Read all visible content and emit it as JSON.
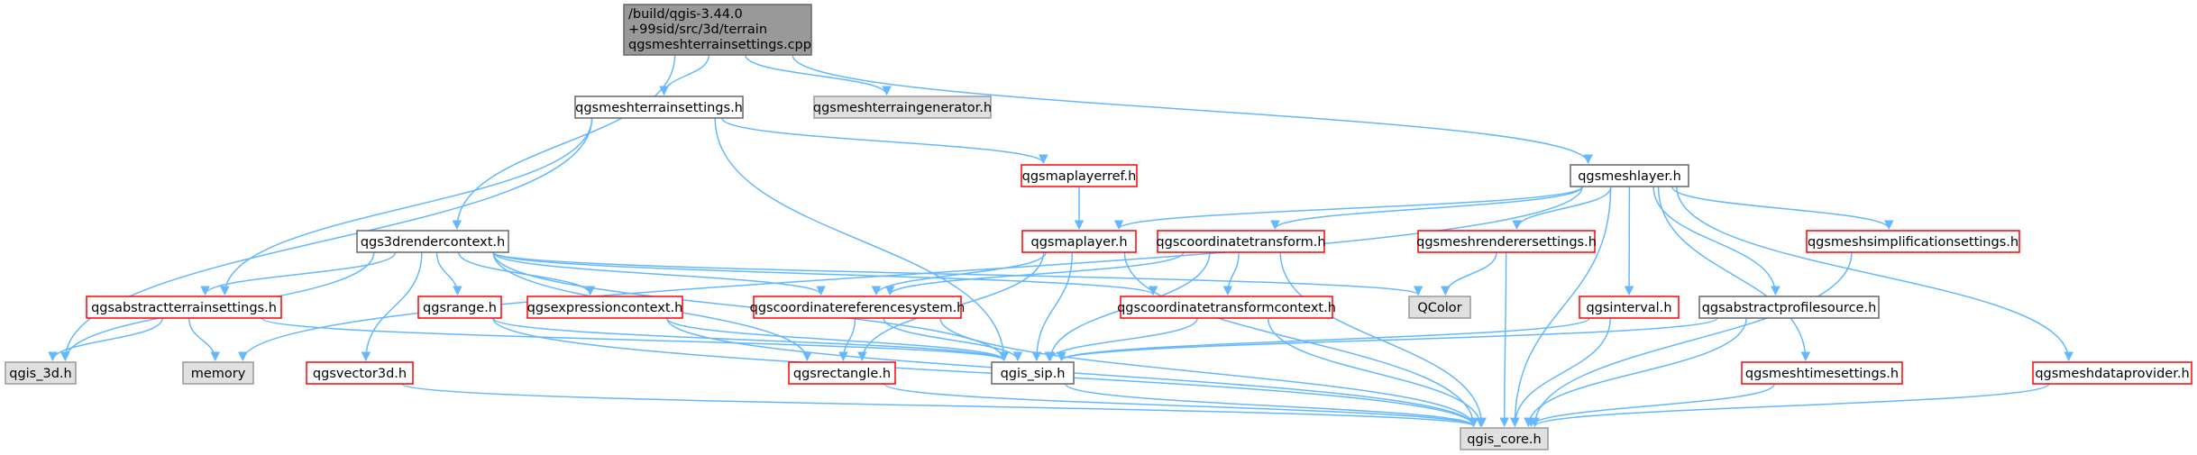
{
  "colors": {
    "edge": "#63b8ff",
    "root_fill": "#999999",
    "root_border": "#666666",
    "file_fill": "#ffffff",
    "file_border_normal": "#666666",
    "file_border_truncated": "#ff0000",
    "external_fill": "#e0e0e0",
    "external_border": "#999999"
  },
  "nodes": [
    {
      "id": "root",
      "lines": [
        "/build/qgis-3.44.0",
        "+99sid/src/3d/terrain",
        "qgsmeshterrainsettings.cpp"
      ],
      "kind": "root"
    },
    {
      "id": "qgsmeshterrainsettings_h",
      "lines": [
        "qgsmeshterrainsettings.h"
      ],
      "kind": "normal"
    },
    {
      "id": "qgsmeshterraingenerator_h",
      "lines": [
        "qgsmeshterraingenerator.h"
      ],
      "kind": "external"
    },
    {
      "id": "qgsmaplayerref_h",
      "lines": [
        "qgsmaplayerref.h"
      ],
      "kind": "truncated"
    },
    {
      "id": "qgsmeshlayer_h",
      "lines": [
        "qgsmeshlayer.h"
      ],
      "kind": "normal"
    },
    {
      "id": "qgs3drendercontext_h",
      "lines": [
        "qgs3drendercontext.h"
      ],
      "kind": "normal"
    },
    {
      "id": "qgsmaplayer_h",
      "lines": [
        "qgsmaplayer.h"
      ],
      "kind": "truncated"
    },
    {
      "id": "qgscoordinatetransform_h",
      "lines": [
        "qgscoordinatetransform.h"
      ],
      "kind": "truncated"
    },
    {
      "id": "qgsmeshrenderersettings_h",
      "lines": [
        "qgsmeshrenderersettings.h"
      ],
      "kind": "truncated"
    },
    {
      "id": "qgsmeshsimplificationsettings_h",
      "lines": [
        "qgsmeshsimplificationsettings.h"
      ],
      "kind": "truncated"
    },
    {
      "id": "qcolor",
      "lines": [
        "QColor"
      ],
      "kind": "external"
    },
    {
      "id": "qgsabstractterrainsettings_h",
      "lines": [
        "qgsabstractterrainsettings.h"
      ],
      "kind": "truncated"
    },
    {
      "id": "qgsrange_h",
      "lines": [
        "qgsrange.h"
      ],
      "kind": "truncated"
    },
    {
      "id": "qgsexpressioncontext_h",
      "lines": [
        "qgsexpressioncontext.h"
      ],
      "kind": "truncated"
    },
    {
      "id": "qgscoordinatereferencesystem_h",
      "lines": [
        "qgscoordinatereferencesystem.h"
      ],
      "kind": "truncated"
    },
    {
      "id": "qgscoordinatetransformcontext_h",
      "lines": [
        "qgscoordinatetransformcontext.h"
      ],
      "kind": "truncated"
    },
    {
      "id": "qgsinterval_h",
      "lines": [
        "qgsinterval.h"
      ],
      "kind": "truncated"
    },
    {
      "id": "qgsabstractprofilesource_h",
      "lines": [
        "qgsabstractprofilesource.h"
      ],
      "kind": "normal"
    },
    {
      "id": "qgis_3d_h",
      "lines": [
        "qgis_3d.h"
      ],
      "kind": "external"
    },
    {
      "id": "memory",
      "lines": [
        "memory"
      ],
      "kind": "external"
    },
    {
      "id": "qgsvector3d_h",
      "lines": [
        "qgsvector3d.h"
      ],
      "kind": "truncated"
    },
    {
      "id": "qgsrectangle_h",
      "lines": [
        "qgsrectangle.h"
      ],
      "kind": "truncated"
    },
    {
      "id": "qgis_sip_h",
      "lines": [
        "qgis_sip.h"
      ],
      "kind": "normal"
    },
    {
      "id": "qgsmeshtimesettings_h",
      "lines": [
        "qgsmeshtimesettings.h"
      ],
      "kind": "truncated"
    },
    {
      "id": "qgsmeshdataprovider_h",
      "lines": [
        "qgsmeshdataprovider.h"
      ],
      "kind": "truncated"
    },
    {
      "id": "qgis_core_h",
      "lines": [
        "qgis_core.h"
      ],
      "kind": "external"
    }
  ],
  "edges": [
    [
      "root",
      "qgsmeshterrainsettings_h"
    ],
    [
      "root",
      "qgsmeshterraingenerator_h"
    ],
    [
      "root",
      "qgs3drendercontext_h"
    ],
    [
      "root",
      "qgsmeshlayer_h"
    ],
    [
      "qgsmeshterrainsettings_h",
      "qgsmaplayerref_h"
    ],
    [
      "qgsmeshterrainsettings_h",
      "qgsabstractterrainsettings_h"
    ],
    [
      "qgsmeshterrainsettings_h",
      "qgis_3d_h"
    ],
    [
      "qgsmeshterrainsettings_h",
      "qgis_sip_h"
    ],
    [
      "qgsmaplayerref_h",
      "qgsmaplayer_h"
    ],
    [
      "qgsmeshlayer_h",
      "qgsmaplayer_h"
    ],
    [
      "qgsmeshlayer_h",
      "qgscoordinatetransform_h"
    ],
    [
      "qgsmeshlayer_h",
      "qgsmeshrenderersettings_h"
    ],
    [
      "qgsmeshlayer_h",
      "qgsmeshsimplificationsettings_h"
    ],
    [
      "qgsmeshlayer_h",
      "qgsinterval_h"
    ],
    [
      "qgsmeshlayer_h",
      "qgsabstractprofilesource_h"
    ],
    [
      "qgsmeshlayer_h",
      "qgsmeshtimesettings_h"
    ],
    [
      "qgsmeshlayer_h",
      "qgsmeshdataprovider_h"
    ],
    [
      "qgsmeshlayer_h",
      "qgis_core_h"
    ],
    [
      "qgsmeshlayer_h",
      "memory"
    ],
    [
      "qgs3drendercontext_h",
      "qgis_3d_h"
    ],
    [
      "qgs3drendercontext_h",
      "qgsabstractterrainsettings_h"
    ],
    [
      "qgs3drendercontext_h",
      "qgsvector3d_h"
    ],
    [
      "qgs3drendercontext_h",
      "qgsrectangle_h"
    ],
    [
      "qgs3drendercontext_h",
      "qgsrange_h"
    ],
    [
      "qgs3drendercontext_h",
      "qgsexpressioncontext_h"
    ],
    [
      "qgs3drendercontext_h",
      "qgscoordinatereferencesystem_h"
    ],
    [
      "qgs3drendercontext_h",
      "qgscoordinatetransformcontext_h"
    ],
    [
      "qgs3drendercontext_h",
      "qcolor"
    ],
    [
      "qgs3drendercontext_h",
      "qgis_sip_h"
    ],
    [
      "qgsmaplayer_h",
      "qgscoordinatereferencesystem_h"
    ],
    [
      "qgsmaplayer_h",
      "qgsrectangle_h"
    ],
    [
      "qgsmaplayer_h",
      "qgis_sip_h"
    ],
    [
      "qgsmaplayer_h",
      "qgis_core_h"
    ],
    [
      "qgscoordinatetransform_h",
      "qgscoordinatereferencesystem_h"
    ],
    [
      "qgscoordinatetransform_h",
      "qgscoordinatetransformcontext_h"
    ],
    [
      "qgscoordinatetransform_h",
      "qgis_sip_h"
    ],
    [
      "qgscoordinatetransform_h",
      "qgis_core_h"
    ],
    [
      "qgsmeshrenderersettings_h",
      "qcolor"
    ],
    [
      "qgsmeshrenderersettings_h",
      "qgis_core_h"
    ],
    [
      "qgsmeshsimplificationsettings_h",
      "qgis_core_h"
    ],
    [
      "qgsabstractterrainsettings_h",
      "qgis_3d_h"
    ],
    [
      "qgsabstractterrainsettings_h",
      "memory"
    ],
    [
      "qgsabstractterrainsettings_h",
      "qgis_sip_h"
    ],
    [
      "qgsrange_h",
      "qgis_sip_h"
    ],
    [
      "qgsrange_h",
      "qgis_core_h"
    ],
    [
      "qgsexpressioncontext_h",
      "qgis_sip_h"
    ],
    [
      "qgsexpressioncontext_h",
      "qgis_core_h"
    ],
    [
      "qgscoordinatereferencesystem_h",
      "qgsrectangle_h"
    ],
    [
      "qgscoordinatereferencesystem_h",
      "qgis_sip_h"
    ],
    [
      "qgscoordinatereferencesystem_h",
      "qgis_core_h"
    ],
    [
      "qgscoordinatetransformcontext_h",
      "qgis_sip_h"
    ],
    [
      "qgscoordinatetransformcontext_h",
      "qgis_core_h"
    ],
    [
      "qgsinterval_h",
      "qgis_sip_h"
    ],
    [
      "qgsinterval_h",
      "qgis_core_h"
    ],
    [
      "qgsabstractprofilesource_h",
      "qgis_sip_h"
    ],
    [
      "qgsabstractprofilesource_h",
      "qgis_core_h"
    ],
    [
      "qgsvector3d_h",
      "qgis_core_h"
    ],
    [
      "qgsrectangle_h",
      "qgis_core_h"
    ],
    [
      "qgis_sip_h",
      "qgis_core_h"
    ],
    [
      "qgsmeshtimesettings_h",
      "qgis_core_h"
    ],
    [
      "qgsmeshdataprovider_h",
      "qgis_core_h"
    ]
  ]
}
